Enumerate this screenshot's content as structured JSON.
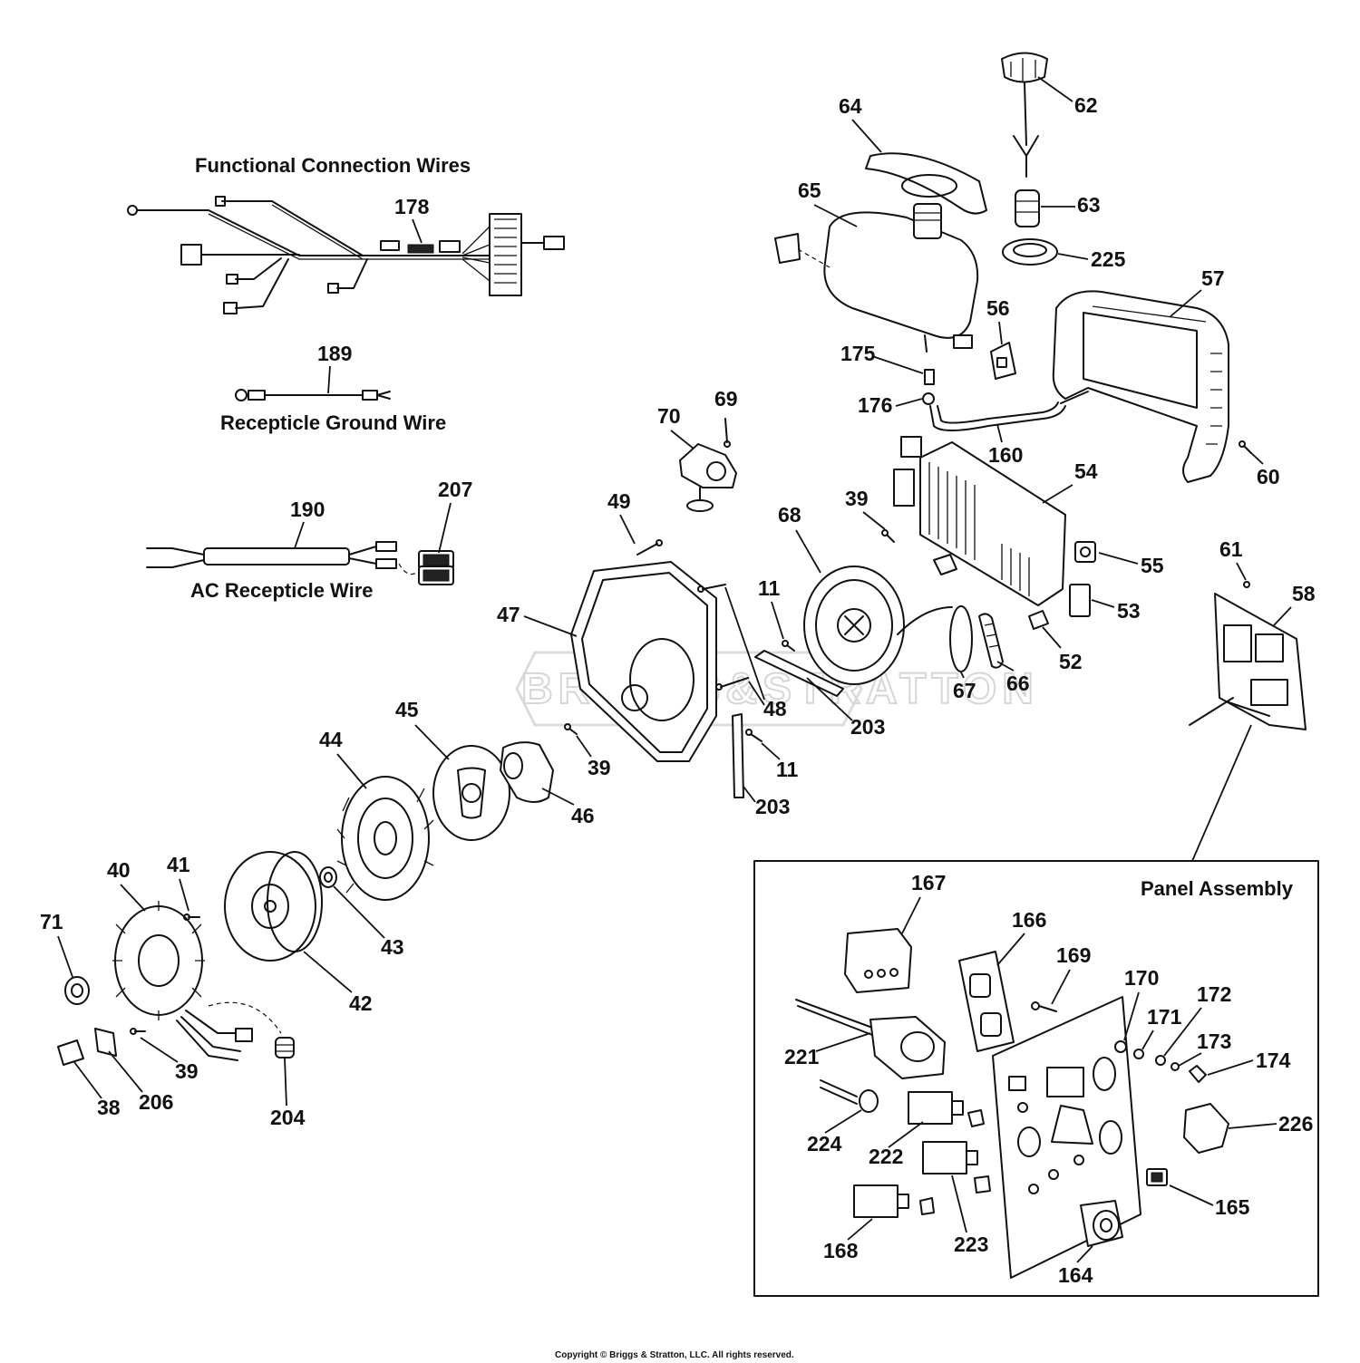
{
  "titles": {
    "functional_wires": "Functional Connection Wires",
    "ground_wire": "Recepticle Ground Wire",
    "ac_wire": "AC Recepticle Wire",
    "panel_assembly": "Panel Assembly"
  },
  "watermark": "BRIGGS&STRATTON",
  "copyright": "Copyright © Briggs & Stratton, LLC. All rights reserved.",
  "callouts": {
    "c62": "62",
    "c64": "64",
    "c65": "65",
    "c63": "63",
    "c225": "225",
    "c57": "57",
    "c56": "56",
    "c175": "175",
    "c176": "176",
    "c160": "160",
    "c54": "54",
    "c60": "60",
    "c178": "178",
    "c189": "189",
    "c190": "190",
    "c207": "207",
    "c70": "70",
    "c69": "69",
    "c49": "49",
    "c39a": "39",
    "c68": "68",
    "c55": "55",
    "c53": "53",
    "c61": "61",
    "c58": "58",
    "c47": "47",
    "c11a": "11",
    "c67": "67",
    "c66": "66",
    "c52": "52",
    "c48": "48",
    "c203a": "203",
    "c45": "45",
    "c44": "44",
    "c39b": "39",
    "c46": "46",
    "c11b": "11",
    "c203b": "203",
    "c40": "40",
    "c41": "41",
    "c71": "71",
    "c43": "43",
    "c42": "42",
    "c39c": "39",
    "c38": "38",
    "c206": "206",
    "c204": "204",
    "c167": "167",
    "c166": "166",
    "c169": "169",
    "c170": "170",
    "c171": "171",
    "c172": "172",
    "c173": "173",
    "c174": "174",
    "c221": "221",
    "c224": "224",
    "c222": "222",
    "c226": "226",
    "c223": "223",
    "c165": "165",
    "c168": "168",
    "c164": "164"
  }
}
